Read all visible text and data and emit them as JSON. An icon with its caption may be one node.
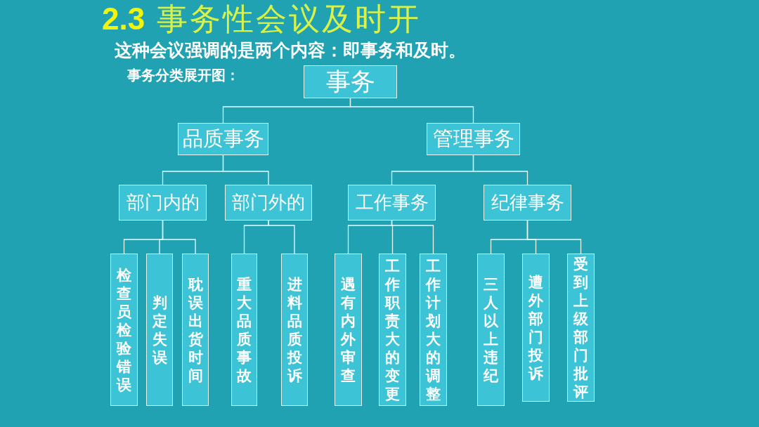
{
  "diagram": {
    "title": "**2.3** 事务性会议及时开",
    "nodes": [
      {
        "text": [
          "事务"
        ]
      },
      {
        "text": [
          "品质事务"
        ]
      },
      {
        "text": [
          "管理事务"
        ]
      },
      {
        "text": [
          "部门内的"
        ]
      },
      {
        "text": [
          "部门外的"
        ]
      },
      {
        "text": [
          "工作事务"
        ]
      },
      {
        "text": [
          "纪律事务"
        ]
      },
      {
        "text": [
          "检查员检验错误"
        ]
      },
      {
        "text": [
          "判定失误"
        ]
      },
      {
        "text": [
          "耽误出货时间"
        ]
      },
      {
        "text": [
          "重大品质事故"
        ]
      },
      {
        "text": [
          "进料品质投诉"
        ]
      },
      {
        "text": [
          "遇有内外审查"
        ]
      },
      {
        "text": [
          "工作职责大的变更"
        ]
      },
      {
        "text": [
          "工作计划大的调整"
        ]
      },
      {
        "text": [
          "三人以上违纪"
        ]
      },
      {
        "text": [
          "遭外部门投诉"
        ]
      },
      {
        "text": [
          "受到上级部门批评"
        ]
      }
    ],
    "edges": [
      {
        "from": 0,
        "to": 1,
        "arrow": "none"
      },
      {
        "from": 0,
        "to": 2,
        "arrow": "none"
      },
      {
        "from": 1,
        "to": 3,
        "arrow": "none"
      },
      {
        "from": 1,
        "to": 4,
        "arrow": "none"
      },
      {
        "from": 2,
        "to": 5,
        "arrow": "none"
      },
      {
        "from": 2,
        "to": 6,
        "arrow": "none"
      },
      {
        "from": 3,
        "to": 7,
        "arrow": "none"
      },
      {
        "from": 3,
        "to": 8,
        "arrow": "none"
      },
      {
        "from": 3,
        "to": 9,
        "arrow": "none"
      },
      {
        "from": 4,
        "to": 10,
        "arrow": "none"
      },
      {
        "from": 4,
        "to": 11,
        "arrow": "none"
      },
      {
        "from": 5,
        "to": 12,
        "arrow": "none"
      },
      {
        "from": 5,
        "to": 13,
        "arrow": "none"
      },
      {
        "from": 5,
        "to": 14,
        "arrow": "none"
      },
      {
        "from": 6,
        "to": 15,
        "arrow": "none"
      },
      {
        "from": 6,
        "to": 16,
        "arrow": "none"
      },
      {
        "from": 6,
        "to": 17,
        "arrow": "none"
      }
    ],
    "labels": [
      "这种会议强调的是两个内容：即事务和及时。",
      "事务分类展开图："
    ]
  }
}
